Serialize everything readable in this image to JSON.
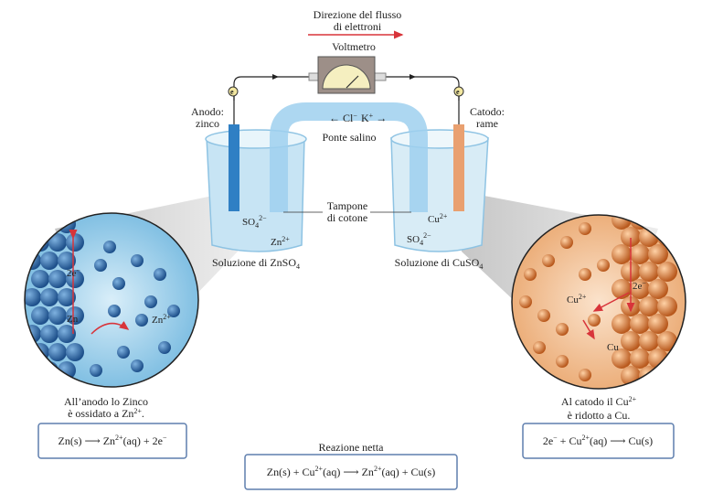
{
  "title": {
    "line1": "Direzione del flusso",
    "line2": "di elettroni"
  },
  "voltmeter": "Voltmetro",
  "electron_symbol": "e",
  "electron_charge": "−",
  "anode": {
    "line1": "Anodo:",
    "line2": "zinco"
  },
  "cathode": {
    "line1": "Catodo:",
    "line2": "rame"
  },
  "salt_bridge": {
    "label": "Ponte salino",
    "anion": "Cl",
    "anion_charge": "−",
    "cation": "K",
    "cation_charge": "+"
  },
  "cotton_plug": {
    "line1": "Tampone",
    "line2": "di cotone"
  },
  "left_beaker": {
    "ion1": "SO",
    "ion1_sub": "4",
    "ion1_sup": "2−",
    "ion2": "Zn",
    "ion2_sup": "2+",
    "label": "Soluzione di ZnSO",
    "label_sub": "4"
  },
  "right_beaker": {
    "ion1": "Cu",
    "ion1_sup": "2+",
    "ion2": "SO",
    "ion2_sub": "4",
    "ion2_sup": "2−",
    "label": "Soluzione di CuSO",
    "label_sub": "4"
  },
  "left_zoom": {
    "electrons": "2e",
    "electrons_sup": "−",
    "atom": "Zn",
    "ion": "Zn",
    "ion_sup": "2+"
  },
  "right_zoom": {
    "electrons": "2e",
    "electrons_sup": "−",
    "ion": "Cu",
    "ion_sup": "2+",
    "atom": "Cu"
  },
  "anode_caption": {
    "line1": "All’anodo lo Zinco",
    "line2": "è ossidato a Zn",
    "line2_sup": "2+",
    "line2_end": "."
  },
  "cathode_caption": {
    "line1": "Al catodo il Cu",
    "line1_sup": "2+",
    "line2": "è ridotto a Cu."
  },
  "anode_equation": {
    "p1": "Zn(s) ",
    "arrow": "⟶",
    "p2": " Zn",
    "p2_sup": "2+",
    "p3": "(aq) + 2e",
    "p3_sup": "−"
  },
  "cathode_equation": {
    "p1": "2e",
    "p1_sup": "−",
    "p2": " + Cu",
    "p2_sup": "2+",
    "p3": "(aq) ",
    "arrow": "⟶",
    "p4": " Cu(s)"
  },
  "net_reaction": {
    "label": "Reazione netta",
    "p1": "Zn(s) + Cu",
    "p1_sup": "2+",
    "p2": "(aq) ",
    "arrow": "⟶",
    "p3": " Zn",
    "p3_sup": "2+",
    "p4": "(aq) + Cu(s)"
  },
  "colors": {
    "zinc": "#2f7fc4",
    "copper": "#e9a070",
    "solution": "#bfe0f2",
    "arrow": "#d8343a",
    "box_border": "#5f7fae"
  }
}
